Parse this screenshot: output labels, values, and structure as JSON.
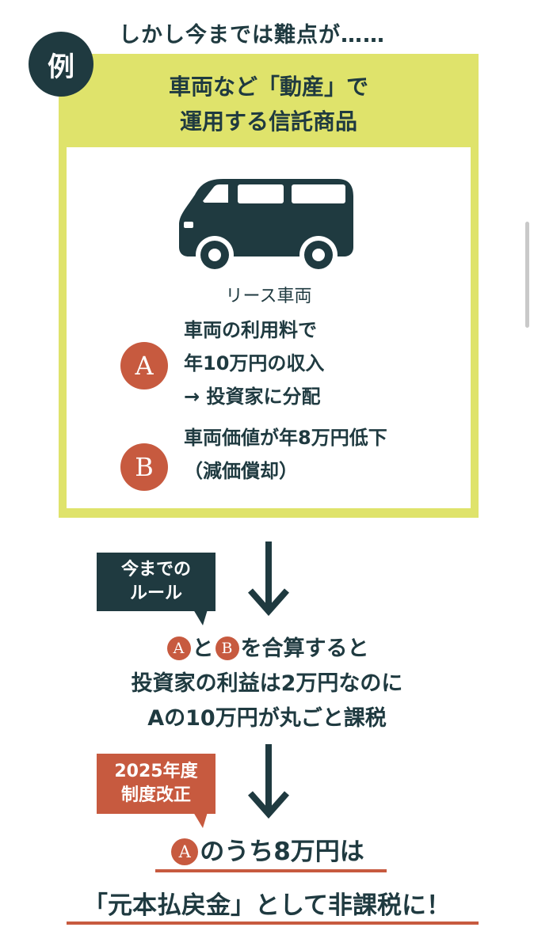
{
  "example_badge": "例",
  "heading": "しかし今までは難点が……",
  "box": {
    "title_line1": "車両など「動産」で",
    "title_line2": "運用する信託商品",
    "van_icon": "van-icon",
    "van_label": "リース車両",
    "item_a": {
      "badge": "A",
      "line1": "車両の利用料で",
      "line2": "年10万円の収入",
      "line3": "→ 投資家に分配"
    },
    "item_b": {
      "badge": "B",
      "line1": "車両価値が年8万円低下",
      "line2": "（減価償却）"
    }
  },
  "old_rule": {
    "tag_line1": "今までの",
    "tag_line2": "ルール",
    "badge_a": "A",
    "text_mid1": "と",
    "badge_b": "B",
    "text_end1": "を合算すると",
    "line2": "投資家の利益は2万円なのに",
    "line3": "Aの10万円が丸ごと課税"
  },
  "reform": {
    "tag_line1": "2025年度",
    "tag_line2": "制度改正",
    "badge_a": "A",
    "line1": "のうち8万円は",
    "line2": "「元本払戻金」として非課税に！"
  },
  "colors": {
    "navy": "#1f3a40",
    "yellow": "#dfe36b",
    "accent": "#c75a3f"
  }
}
